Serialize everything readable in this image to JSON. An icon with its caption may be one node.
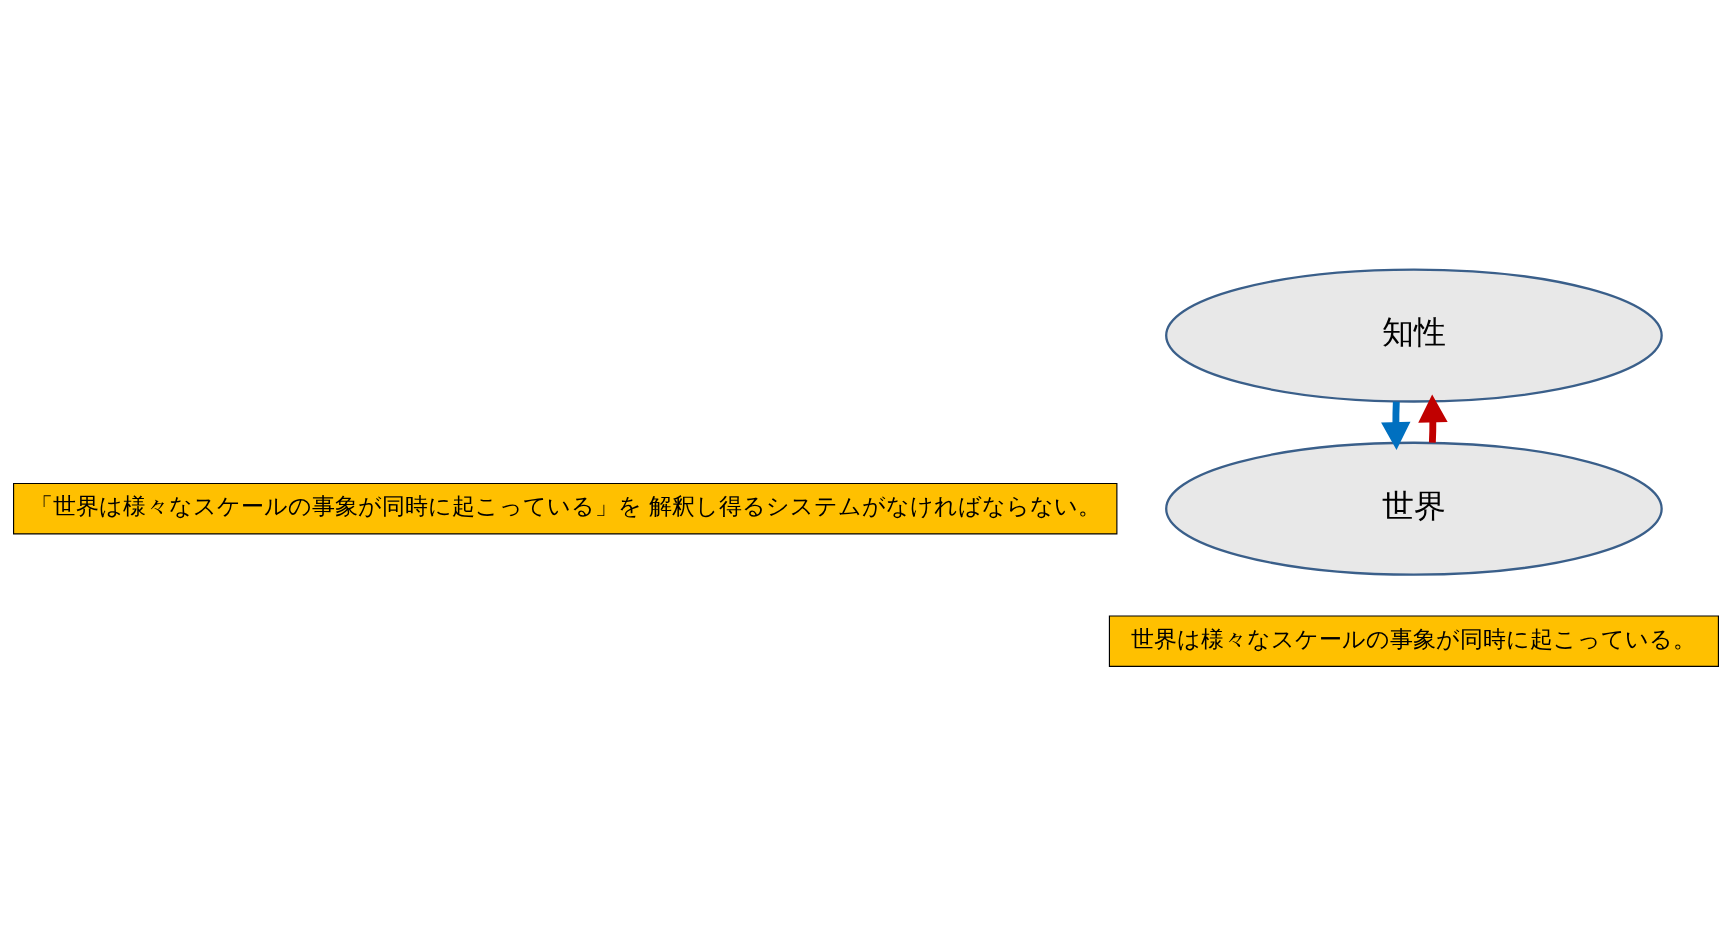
{
  "diagram": {
    "nodes": [
      {
        "text": [
          "知性"
        ]
      },
      {
        "text": [
          "「世界は様々なスケールの事象が同時に起こっている」を 解釈し得るシステムがなければならない。"
        ]
      },
      {
        "text": [
          "世界"
        ]
      },
      {
        "text": [
          "世界は様々なスケールの事象が同時に起こっている。"
        ]
      }
    ],
    "edges": [
      {
        "from": 0,
        "to": 2,
        "arrow": "to",
        "color": "#0070c0"
      },
      {
        "from": 2,
        "to": 0,
        "arrow": "to",
        "color": "#c00000"
      }
    ]
  }
}
